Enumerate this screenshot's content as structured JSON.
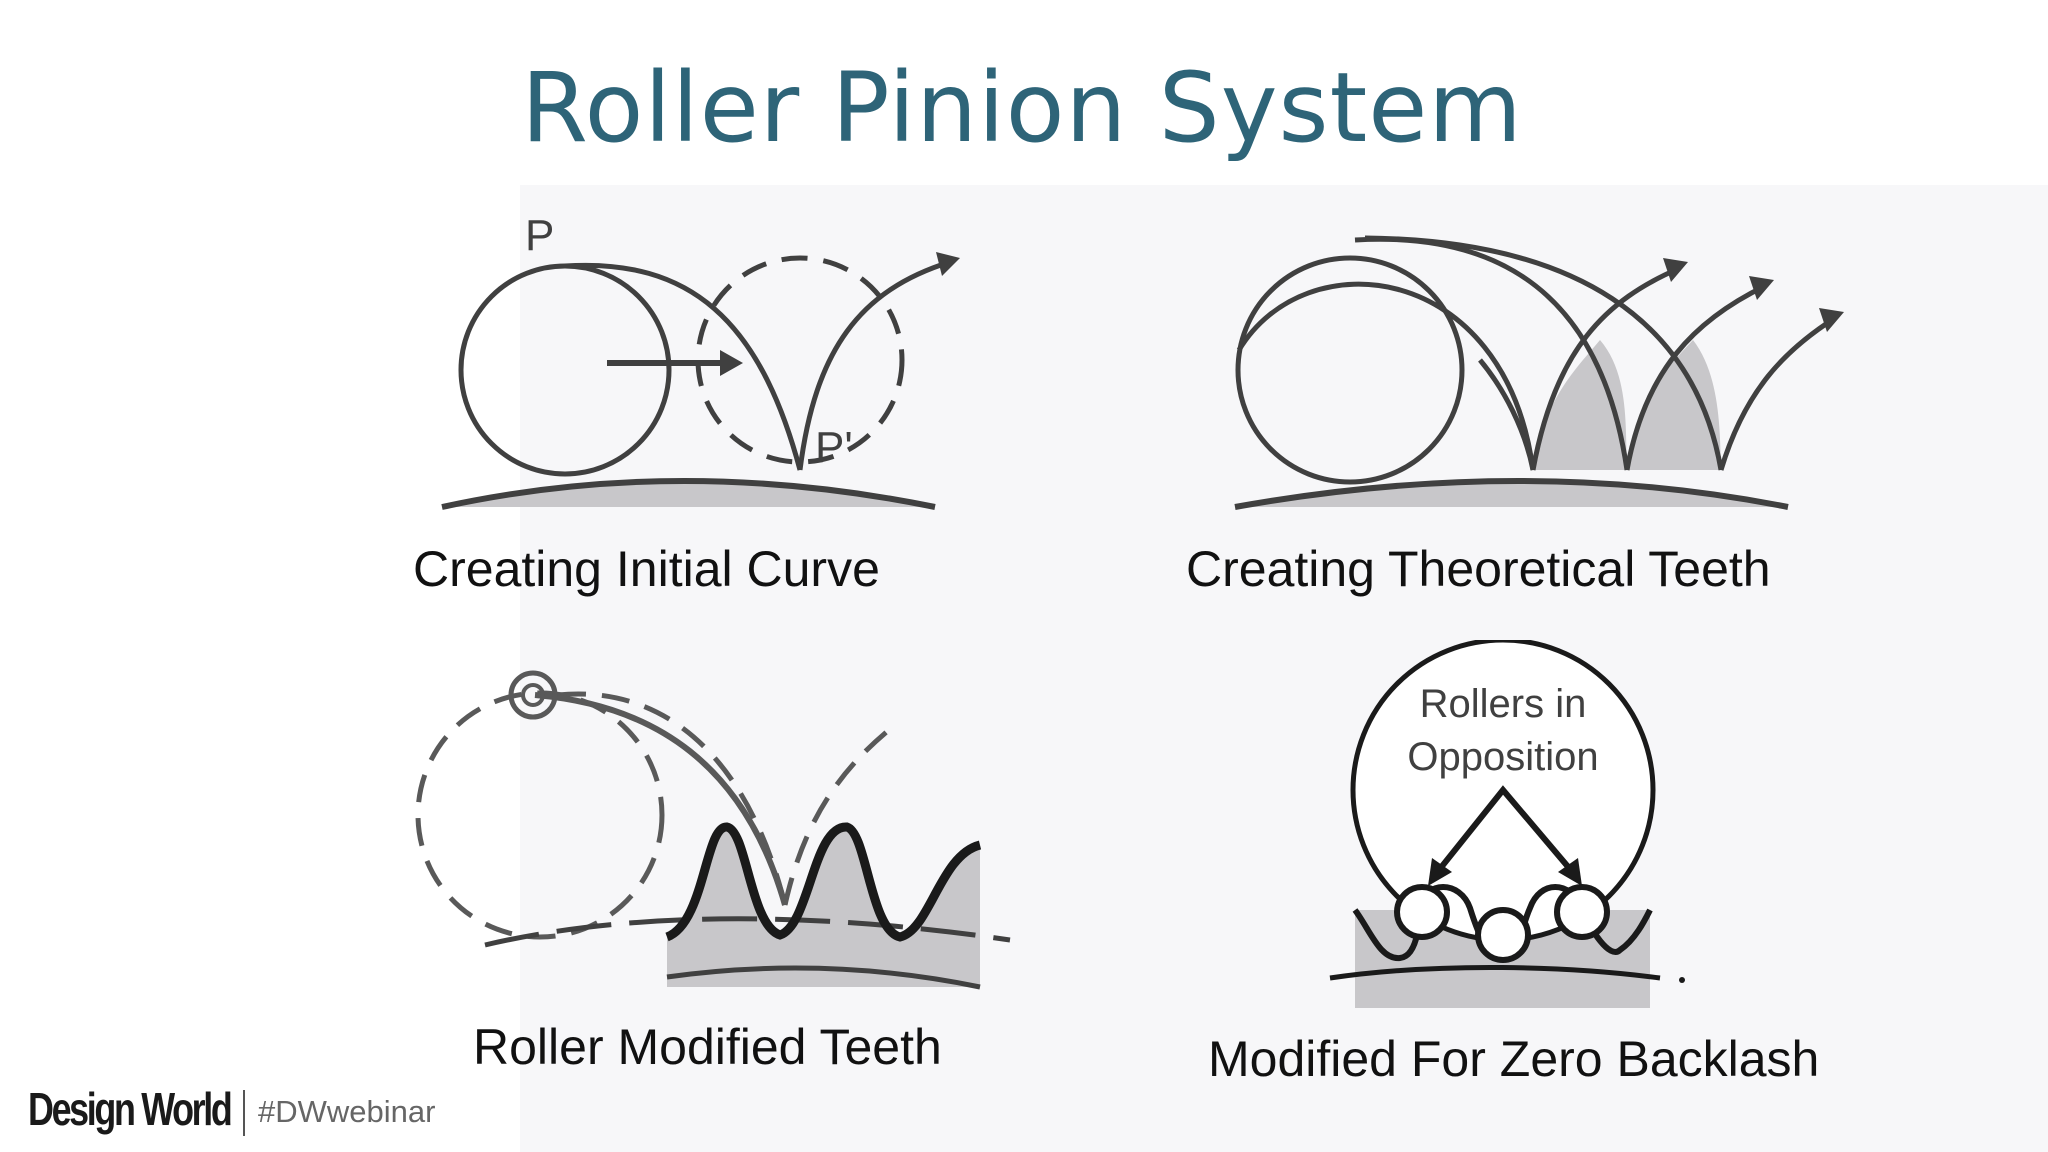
{
  "slide": {
    "title": "Roller Pinion System"
  },
  "panels": [
    {
      "caption": "Creating Initial Curve",
      "labels": [
        "P",
        "P'"
      ]
    },
    {
      "caption": "Creating Theoretical Teeth"
    },
    {
      "caption": "Roller Modified Teeth"
    },
    {
      "caption": "Modified For Zero Backlash",
      "labels": [
        "Rollers in",
        "Opposition"
      ]
    }
  ],
  "footer": {
    "logo": "Design World",
    "hashtag": "#DWwebinar"
  },
  "colors": {
    "title": "#2e6478",
    "line": "#404040",
    "fill": "#c8c7ca"
  }
}
